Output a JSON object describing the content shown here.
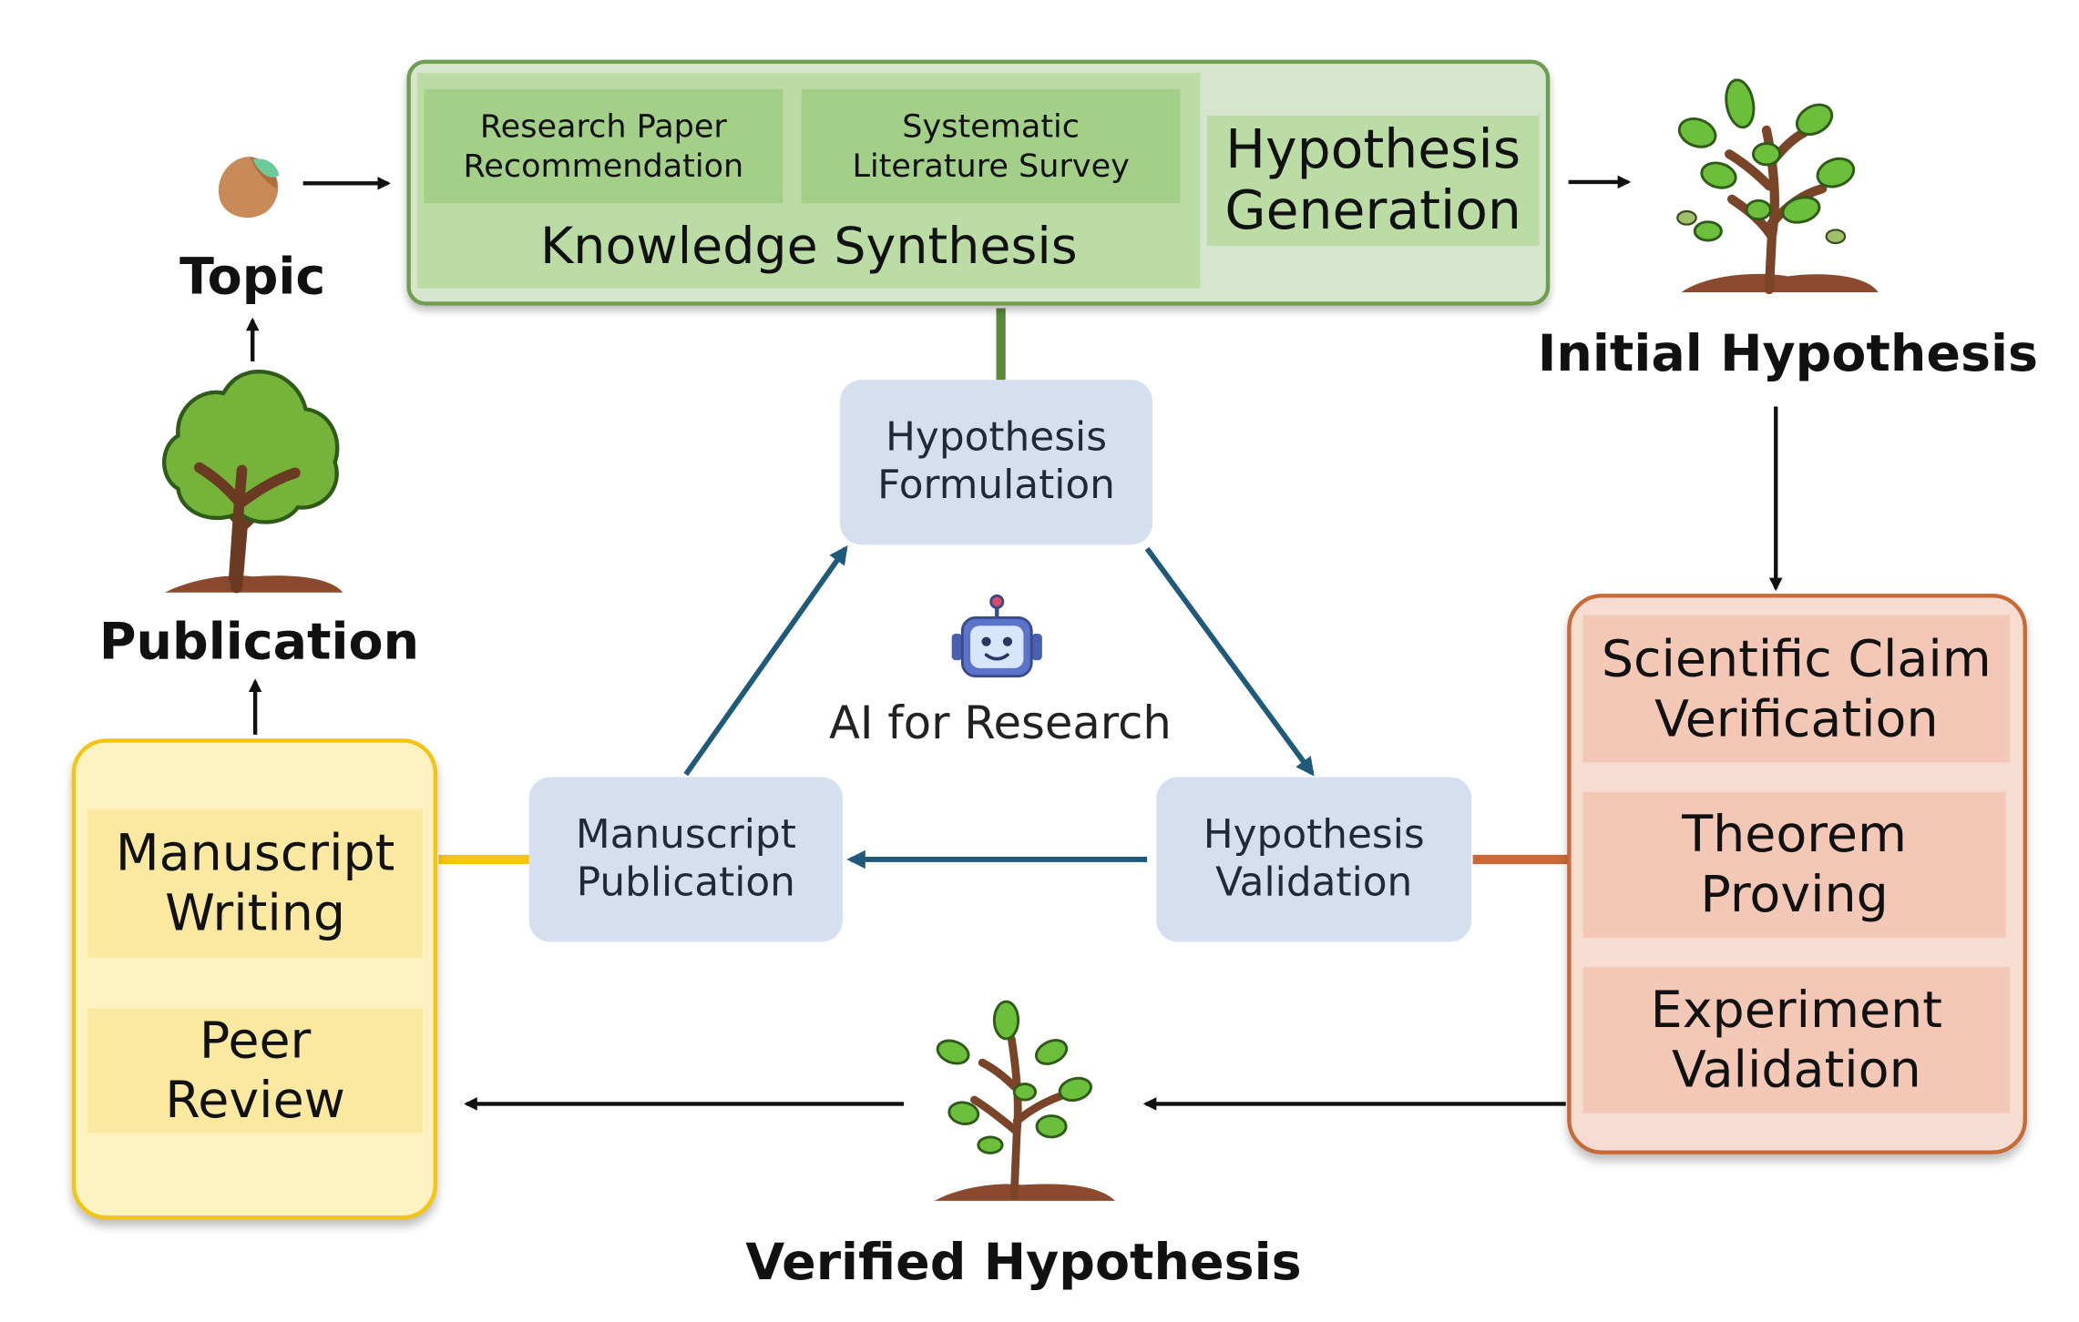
{
  "knowledge_synthesis": {
    "cells": [
      "Research Paper\nRecommendation",
      "Systematic\nLiterature Survey"
    ],
    "title": "Knowledge Synthesis"
  },
  "hypothesis_generation": "Hypothesis\nGeneration",
  "labels": {
    "topic": "Topic",
    "initial_hypothesis": "Initial Hypothesis",
    "publication": "Publication",
    "verified_hypothesis": "Verified Hypothesis"
  },
  "cycle": {
    "center_label": "AI for Research",
    "nodes": {
      "formulation": "Hypothesis\nFormulation",
      "validation": "Hypothesis\nValidation",
      "publication": "Manuscript\nPublication"
    }
  },
  "verification": [
    "Scientific Claim\nVerification",
    "Theorem\nProving",
    "Experiment\nValidation"
  ],
  "writing": [
    "Manuscript\nWriting",
    "Peer\nReview"
  ],
  "colors": {
    "green": "#6e9f4e",
    "orange": "#c96a36",
    "yellow": "#f4c40f",
    "cycle_arrow": "#1f5a7a",
    "node": "#d6dfef"
  }
}
